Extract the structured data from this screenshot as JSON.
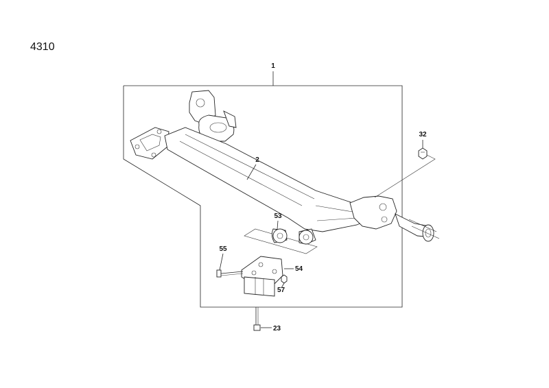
{
  "page": {
    "code": "4310"
  },
  "callouts": {
    "c1": "1",
    "c2": "2",
    "c23": "23",
    "c32": "32",
    "c53": "53",
    "c54": "54",
    "c55": "55",
    "c57": "57"
  }
}
